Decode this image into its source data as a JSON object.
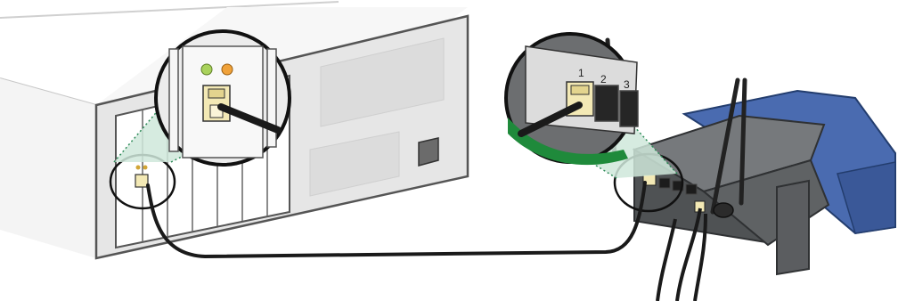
{
  "router": {
    "port_labels": [
      "1",
      "2",
      "3"
    ]
  },
  "colors": {
    "background": "#ffffff",
    "pc_case": "#f2f2f2",
    "pc_back_panel": "#e4e4e4",
    "port_jack": "#f3e9b5",
    "led_green": "#a9d25c",
    "led_orange": "#f0a23a",
    "callout_fill": "#c9e6d6",
    "router_body": "#5a5c5e",
    "router_cover": "#4a6bb0",
    "router_accent_green": "#1f8a3b",
    "cable": "#1a1a1a"
  },
  "icons": {
    "pc": "desktop-computer-back-panel",
    "router": "wireless-router-with-antennas",
    "magnifier_pc": "zoom-callout-circle",
    "magnifier_router": "zoom-callout-circle",
    "cable": "ethernet-cable"
  }
}
